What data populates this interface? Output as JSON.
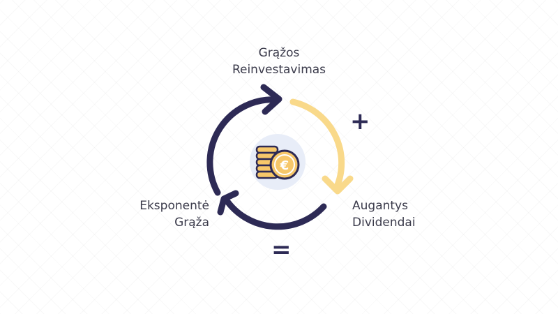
{
  "labels": {
    "top": {
      "line1": "Grąžos",
      "line2": "Reinvestavimas"
    },
    "right": {
      "line1": "Augantys",
      "line2": "Dividendai"
    },
    "left": {
      "line1": "Eksponentė",
      "line2": "Grąža"
    }
  },
  "symbols": {
    "plus": "+",
    "equals": "="
  },
  "center_icon": {
    "name": "euro-coin-stack-icon",
    "currency": "€"
  },
  "colors": {
    "arrow_dark": "#2d2a55",
    "arrow_yellow": "#f9d98a",
    "coin_fill": "#f6c76a",
    "icon_background": "#e8edf8",
    "text": "#3b3b4b"
  }
}
